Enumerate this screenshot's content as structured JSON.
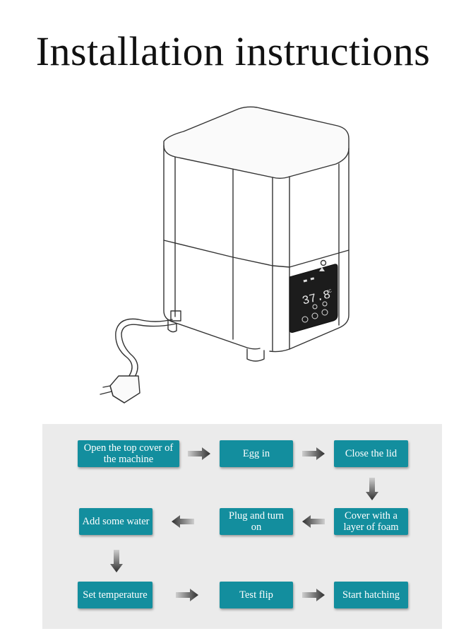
{
  "title": "Installation instructions",
  "display": {
    "temperature": "37.8",
    "unit": "°C"
  },
  "steps": [
    {
      "label": "Open the top cover of the machine"
    },
    {
      "label": "Egg in"
    },
    {
      "label": "Close the lid"
    },
    {
      "label": "Cover with a layer of foam"
    },
    {
      "label": "Plug and turn on"
    },
    {
      "label": "Add some water"
    },
    {
      "label": "Set temperature"
    },
    {
      "label": "Test flip"
    },
    {
      "label": "Start hatching"
    }
  ],
  "colors": {
    "step_fill": "#138e9e",
    "step_text": "#ffffff",
    "panel": "#ebebeb",
    "arrow": "#3a3a3a"
  }
}
